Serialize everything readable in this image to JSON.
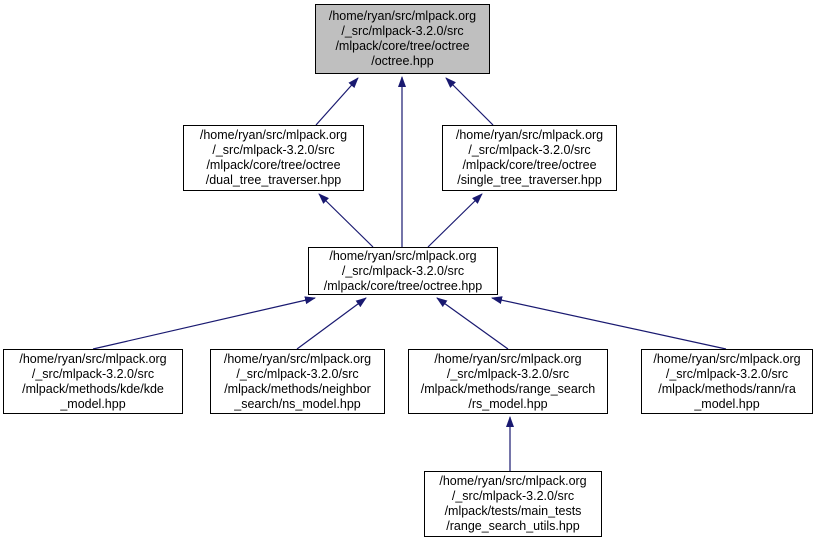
{
  "diagram": {
    "kind": "include-dependency-graph",
    "edge_color": "#191970",
    "node_border_color": "#000000",
    "highlight_fill": "#BFBFBF",
    "nodes": {
      "octree_main": {
        "label": "/home/ryan/src/mlpack.org\n/_src/mlpack-3.2.0/src\n/mlpack/core/tree/octree\n/octree.hpp",
        "highlighted": true
      },
      "dual_tree_traverser": {
        "label": "/home/ryan/src/mlpack.org\n/_src/mlpack-3.2.0/src\n/mlpack/core/tree/octree\n/dual_tree_traverser.hpp"
      },
      "single_tree_traverser": {
        "label": "/home/ryan/src/mlpack.org\n/_src/mlpack-3.2.0/src\n/mlpack/core/tree/octree\n/single_tree_traverser.hpp"
      },
      "octree_hpp": {
        "label": "/home/ryan/src/mlpack.org\n/_src/mlpack-3.2.0/src\n/mlpack/core/tree/octree.hpp"
      },
      "kde_model": {
        "label": "/home/ryan/src/mlpack.org\n/_src/mlpack-3.2.0/src\n/mlpack/methods/kde/kde\n_model.hpp"
      },
      "ns_model": {
        "label": "/home/ryan/src/mlpack.org\n/_src/mlpack-3.2.0/src\n/mlpack/methods/neighbor\n_search/ns_model.hpp"
      },
      "rs_model": {
        "label": "/home/ryan/src/mlpack.org\n/_src/mlpack-3.2.0/src\n/mlpack/methods/range_search\n/rs_model.hpp"
      },
      "ra_model": {
        "label": "/home/ryan/src/mlpack.org\n/_src/mlpack-3.2.0/src\n/mlpack/tests/main_tests\n/range_search_utils.hpp"
      },
      "range_search_utils": {
        "label": "/home/ryan/src/mlpack.org\n/_src/mlpack-3.2.0/src\n/mlpack/tests/main_tests\n/range_search_utils.hpp"
      }
    },
    "edges": [
      {
        "from": "dual_tree_traverser",
        "to": "octree_main"
      },
      {
        "from": "octree_hpp",
        "to": "octree_main"
      },
      {
        "from": "single_tree_traverser",
        "to": "octree_main"
      },
      {
        "from": "octree_hpp",
        "to": "dual_tree_traverser"
      },
      {
        "from": "octree_hpp",
        "to": "single_tree_traverser"
      },
      {
        "from": "kde_model",
        "to": "octree_hpp"
      },
      {
        "from": "ns_model",
        "to": "octree_hpp"
      },
      {
        "from": "rs_model",
        "to": "octree_hpp"
      },
      {
        "from": "ra_model",
        "to": "octree_hpp"
      },
      {
        "from": "range_search_utils",
        "to": "rs_model"
      }
    ]
  },
  "node_labels_fix": {
    "ra_model_label": "/home/ryan/src/mlpack.org\n/_src/mlpack-3.2.0/src\n/mlpack/methods/rann/ra\n_model.hpp"
  }
}
